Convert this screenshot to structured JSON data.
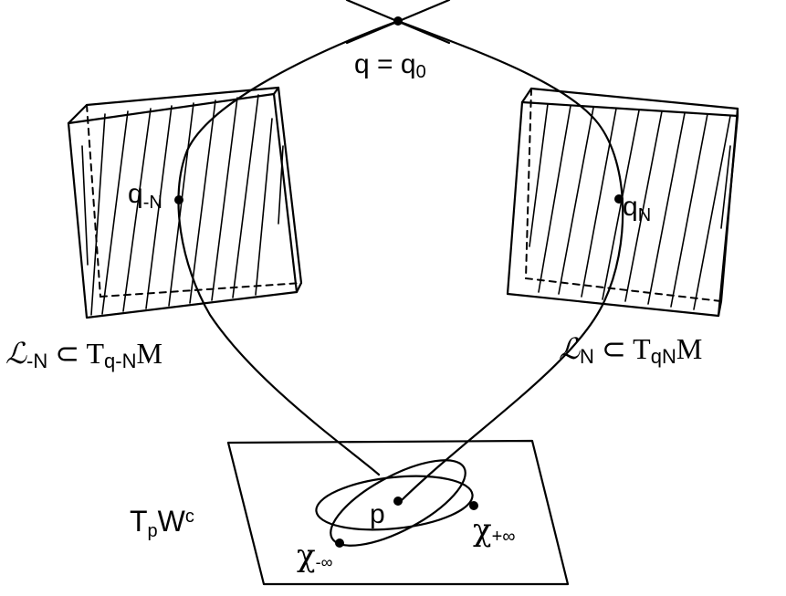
{
  "diagram": {
    "labels": {
      "q_top_base": "q = q",
      "q_top_sub": "0",
      "q_minus_base": "q",
      "q_minus_sub": "-N",
      "q_plus_base": "q",
      "q_plus_sub": "N",
      "L_minus_script": "ℒ",
      "L_minus_sub": "-N",
      "L_minus_rel": " ⊂ T",
      "L_minus_tsub": "q-N",
      "L_minus_M": "M",
      "L_plus_script": "ℒ",
      "L_plus_sub": "N",
      "L_plus_rel": " ⊂ T",
      "L_plus_tsub": "qN",
      "L_plus_M": "M",
      "tp_T": "T",
      "tp_sub": "p",
      "tp_W": "W",
      "tp_sup": "c",
      "p": "p",
      "chi_plus": "χ",
      "chi_plus_sub": "+∞",
      "chi_minus": "χ",
      "chi_minus_sub": "-∞"
    }
  }
}
